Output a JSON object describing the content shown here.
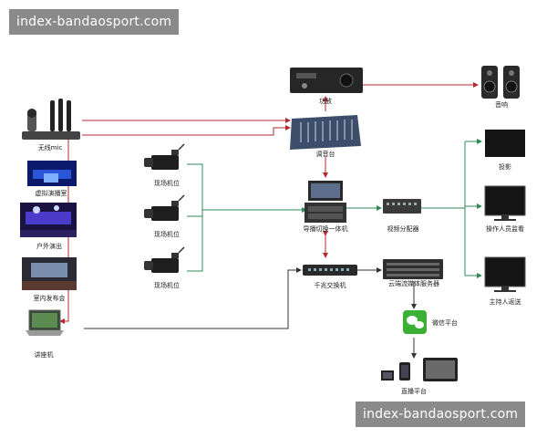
{
  "watermark_top": "index-bandaosport.com",
  "watermark_bottom": "index-bandaosport.com",
  "colors": {
    "red_line": "#b02a30",
    "green_line": "#2e8b57",
    "dark_line": "#333333",
    "banner_bg": "#8a8a8a"
  },
  "nodes": {
    "wireless_mic": "无线mic",
    "virtual_studio": "虚拟演播室",
    "outdoor_show": "户外演出",
    "indoor_launch": "室内发布会",
    "lecture_pc": "讲座机",
    "camera_1": "现场机位",
    "camera_2": "现场机位",
    "camera_3": "现场机位",
    "amplifier": "功放",
    "mixer": "调音台",
    "switcher": "导播切换一体机",
    "gigabit_switch": "千兆交换机",
    "video_splitter": "视频分配器",
    "cloud_server": "云端流媒体服务器",
    "wechat": "微信平台",
    "live_platform": "直播平台",
    "speaker": "音响",
    "projection": "投影",
    "operator_monitor": "操作人员监看",
    "host_return": "主持人返送"
  }
}
